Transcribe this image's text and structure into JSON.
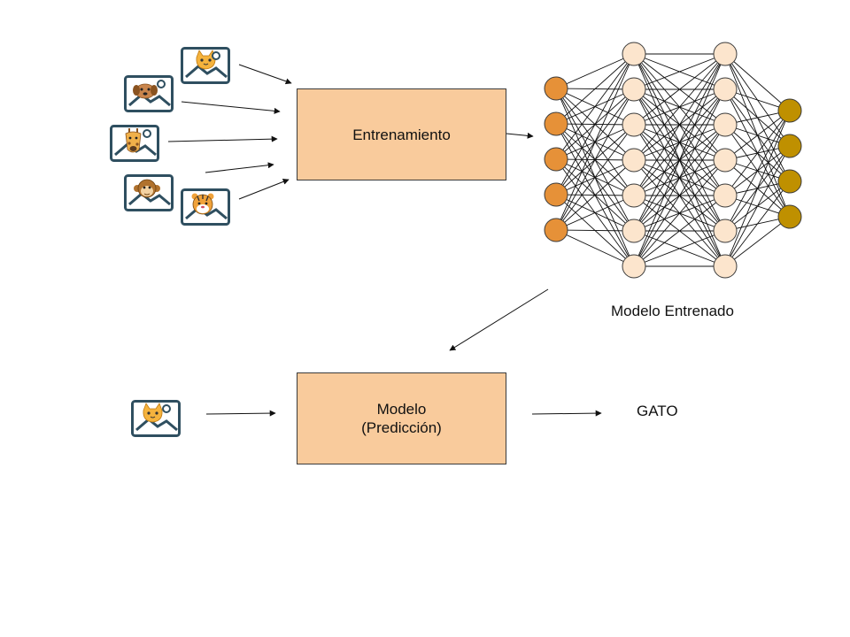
{
  "training_box": {
    "label": "Entrenamiento"
  },
  "prediction_box": {
    "line1": "Modelo",
    "line2": "(Predicción)"
  },
  "trained_model_label": "Modelo Entrenado",
  "output_label": "GATO",
  "training_images": [
    {
      "animal": "cat",
      "icon": "cat-face-icon"
    },
    {
      "animal": "dog",
      "icon": "dog-face-icon"
    },
    {
      "animal": "giraffe",
      "icon": "giraffe-face-icon"
    },
    {
      "animal": "monkey",
      "icon": "monkey-face-icon"
    },
    {
      "animal": "tiger",
      "icon": "tiger-face-icon"
    }
  ],
  "input_image": {
    "animal": "cat",
    "icon": "cat-face-icon"
  },
  "network": {
    "layers": [
      5,
      7,
      7,
      4
    ],
    "colors": {
      "input": "#e69138",
      "hidden": "#fce5cd",
      "output": "#bf9000",
      "node_stroke": "#3a3a3a",
      "edge": "#111111"
    }
  },
  "colors": {
    "box_fill": "#f9cb9c",
    "frame": "#2f4f60"
  }
}
